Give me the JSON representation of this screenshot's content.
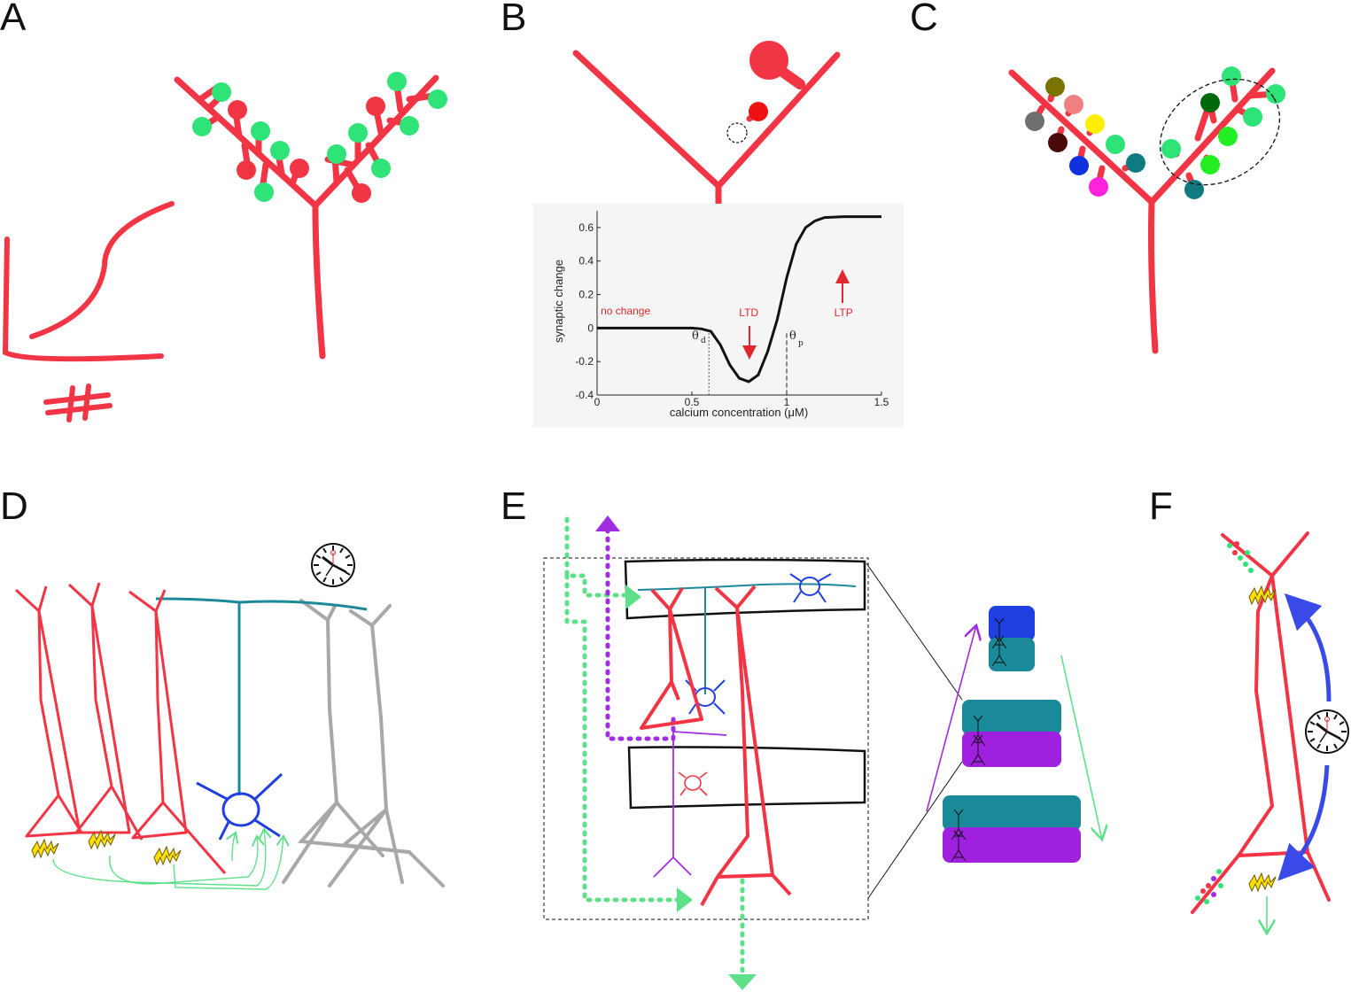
{
  "panels": {
    "a": "A",
    "b": "B",
    "c": "C",
    "d": "D",
    "e": "E",
    "f": "F"
  },
  "colors": {
    "dendrite_red": "#f23545",
    "spine_green": "#2ee377",
    "interneuron_blue": "#1f3fe0",
    "teal": "#1a8a9a",
    "gray_neuron": "#a8a8a8",
    "purple": "#a02de0",
    "arrow_green": "#5ee08a",
    "lightning_yellow": "#ffe000"
  },
  "icons": {
    "a_symbol": "hash-icon",
    "d_clock": "clock-icon",
    "f_clock": "clock-icon",
    "lightning": "lightning-icon"
  },
  "chart_data": {
    "type": "line",
    "xlabel": "calcium concentration (μM)",
    "ylabel": "synaptic change",
    "xlim": [
      0,
      1.5
    ],
    "ylim": [
      -0.4,
      0.7
    ],
    "x_ticks": [
      "0",
      "0.5",
      "1",
      "1.5"
    ],
    "y_ticks": [
      "0.6",
      "0.4",
      "0.2",
      "0",
      "-0.2",
      "-0.4"
    ],
    "series": [
      {
        "x": [
          0,
          0.1,
          0.2,
          0.3,
          0.4,
          0.5,
          0.55,
          0.6,
          0.65,
          0.7,
          0.75,
          0.8,
          0.85,
          0.9,
          0.95,
          1.0,
          1.05,
          1.1,
          1.15,
          1.2,
          1.3,
          1.4,
          1.5
        ],
        "y": [
          0,
          0,
          0,
          0,
          0,
          0,
          -0.005,
          -0.02,
          -0.1,
          -0.22,
          -0.3,
          -0.32,
          -0.28,
          -0.14,
          0.05,
          0.3,
          0.5,
          0.6,
          0.64,
          0.66,
          0.665,
          0.665,
          0.665
        ]
      }
    ],
    "thresholds": [
      {
        "label": "θ",
        "sub": "d",
        "x": 0.59,
        "style": "dotted"
      },
      {
        "label": "θ",
        "sub": "p",
        "x": 1.0,
        "style": "dashed"
      }
    ],
    "annotations": [
      {
        "text": "no change",
        "x": 0.15,
        "y": 0.08
      },
      {
        "text": "LTD",
        "x": 0.8,
        "y": 0.07
      },
      {
        "text": "LTP",
        "x": 1.3,
        "y": 0.07
      }
    ],
    "grid": false
  },
  "panel_c_spine_colors": [
    "#7a7300",
    "#f08080",
    "#6f6f6f",
    "#ffee00",
    "#4a0a0a",
    "#1030e0",
    "#ff22dd",
    "#2ee377",
    "#0f7a80",
    "#006a0a",
    "#22ee22"
  ]
}
